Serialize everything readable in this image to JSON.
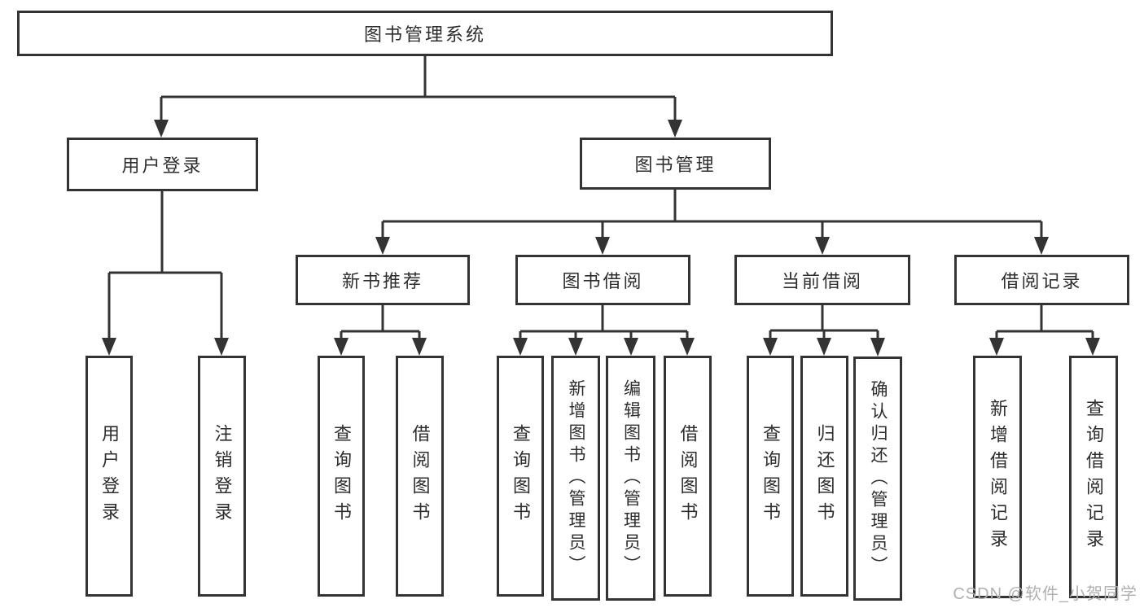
{
  "diagram": {
    "type": "hierarchy",
    "colors": {
      "line": "#333333",
      "box_border": "#333333",
      "text": "#2d2d2d",
      "background": "#ffffff",
      "watermark": "#b0b0b0"
    },
    "root": {
      "label": "图书管理系统"
    },
    "branches": [
      {
        "label": "用户登录",
        "children": [
          {
            "label": "用户登录"
          },
          {
            "label": "注销登录"
          }
        ]
      },
      {
        "label": "图书管理",
        "sections": [
          {
            "label": "新书推荐",
            "children": [
              {
                "label": "查询图书"
              },
              {
                "label": "借阅图书"
              }
            ]
          },
          {
            "label": "图书借阅",
            "children": [
              {
                "label": "查询图书"
              },
              {
                "label": "新增图书（管理员）"
              },
              {
                "label": "编辑图书（管理员）"
              },
              {
                "label": "借阅图书"
              }
            ]
          },
          {
            "label": "当前借阅",
            "children": [
              {
                "label": "查询图书"
              },
              {
                "label": "归还图书"
              },
              {
                "label": "确认归还（管理员）"
              }
            ]
          },
          {
            "label": "借阅记录",
            "children": [
              {
                "label": "新增借阅记录"
              },
              {
                "label": "查询借阅记录"
              }
            ]
          }
        ]
      }
    ]
  },
  "watermark": {
    "text": "CSDN @软件_小贺同学"
  }
}
